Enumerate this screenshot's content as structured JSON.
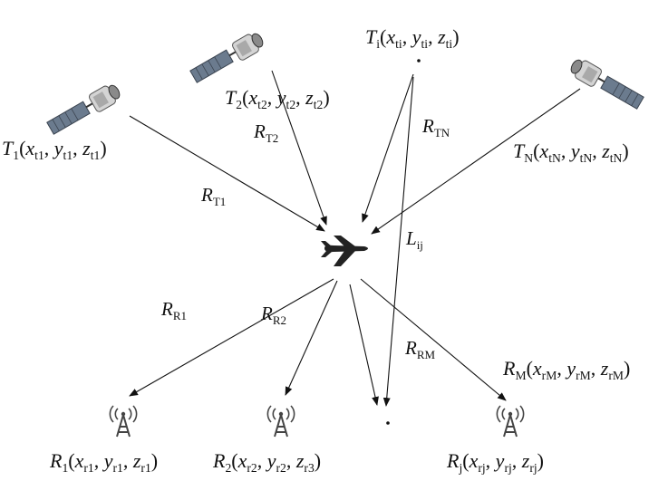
{
  "nodes": {
    "t1": {
      "letter": "T",
      "sub": "1",
      "args": [
        [
          "x",
          "t1"
        ],
        [
          "y",
          "t1"
        ],
        [
          "z",
          "t1"
        ]
      ]
    },
    "t2": {
      "letter": "T",
      "sub": "2",
      "args": [
        [
          "x",
          "t2"
        ],
        [
          "y",
          "t2"
        ],
        [
          "z",
          "t2"
        ]
      ]
    },
    "ti": {
      "letter": "T",
      "sub": "i",
      "args": [
        [
          "x",
          "ti"
        ],
        [
          "y",
          "ti"
        ],
        [
          "z",
          "ti"
        ]
      ]
    },
    "tn": {
      "letter": "T",
      "sub": "N",
      "args": [
        [
          "x",
          "tN"
        ],
        [
          "y",
          "tN"
        ],
        [
          "z",
          "tN"
        ]
      ]
    },
    "r1": {
      "letter": "R",
      "sub": "1",
      "args": [
        [
          "x",
          "r1"
        ],
        [
          "y",
          "r1"
        ],
        [
          "z",
          "r1"
        ]
      ]
    },
    "r2": {
      "letter": "R",
      "sub": "2",
      "args": [
        [
          "x",
          "r2"
        ],
        [
          "y",
          "r2"
        ],
        [
          "z",
          "r3"
        ]
      ]
    },
    "rj": {
      "letter": "R",
      "sub": "j",
      "args": [
        [
          "x",
          "rj"
        ],
        [
          "y",
          "rj"
        ],
        [
          "z",
          "rj"
        ]
      ]
    },
    "rm": {
      "letter": "R",
      "sub": "M",
      "args": [
        [
          "x",
          "rM"
        ],
        [
          "y",
          "rM"
        ],
        [
          "z",
          "rM"
        ]
      ]
    }
  },
  "distances": {
    "rt1": {
      "letter": "R",
      "sub": "T1"
    },
    "rt2": {
      "letter": "R",
      "sub": "T2"
    },
    "rtn": {
      "letter": "R",
      "sub": "TN"
    },
    "lij": {
      "letter": "L",
      "sub": "ij"
    },
    "rr1": {
      "letter": "R",
      "sub": "R1"
    },
    "rr2": {
      "letter": "R",
      "sub": "R2"
    },
    "rrm": {
      "letter": "R",
      "sub": "RM"
    }
  },
  "icons": {
    "satellite": "satellite-icon",
    "aircraft": "airplane-icon",
    "receiver": "radio-tower-icon"
  }
}
